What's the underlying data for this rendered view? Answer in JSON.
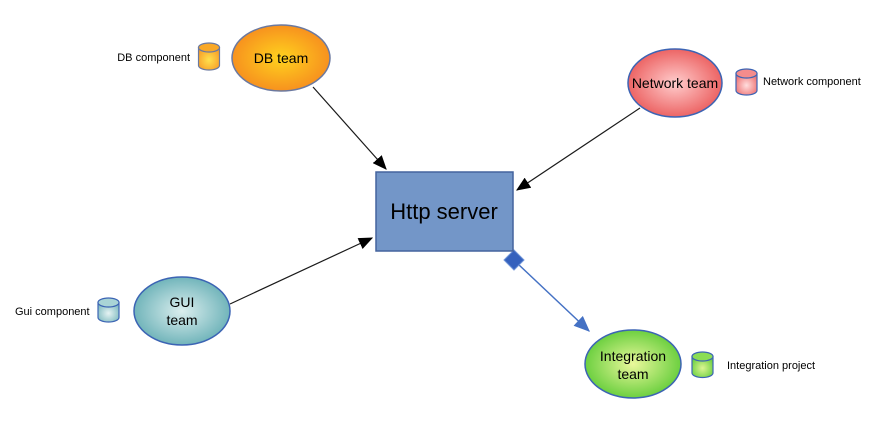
{
  "background_color": "#ffffff",
  "nodes": {
    "server": {
      "label": "Http server",
      "shape": "rectangle",
      "fill": "#7396c8",
      "border": "#44639e"
    },
    "db_team": {
      "label": "DB team",
      "shape": "ellipse",
      "fill_center": "#ffd21e",
      "fill_edge": "#f5821e",
      "border": "#6b79a0"
    },
    "network_team": {
      "label": "Network team",
      "shape": "ellipse",
      "fill_center": "#ffcdcd",
      "fill_edge": "#e84b4b",
      "border": "#3c64b4"
    },
    "gui_team": {
      "label_line1": "GUI",
      "label_line2": "team",
      "shape": "ellipse",
      "fill_center": "#dbeeee",
      "fill_edge": "#58a7ae",
      "border": "#3c64b4"
    },
    "integration_team": {
      "label_line1": "Integration",
      "label_line2": "team",
      "shape": "ellipse",
      "fill_center": "#eaf89b",
      "fill_edge": "#4ec62a",
      "border": "#3c64b4"
    }
  },
  "components": {
    "db": {
      "label": "DB component",
      "icon": "database-cylinder",
      "color": "#f68c1e"
    },
    "network": {
      "label": "Network component",
      "icon": "database-cylinder",
      "color": "#e84b4b"
    },
    "gui": {
      "label": "Gui component",
      "icon": "database-cylinder",
      "color": "#64acb2"
    },
    "integration": {
      "label": "Integration project",
      "icon": "database-cylinder",
      "color": "#4ec62a"
    }
  },
  "edges": [
    {
      "from": "DB team",
      "to": "Http server",
      "type": "arrow",
      "color": "#000000"
    },
    {
      "from": "Network team",
      "to": "Http server",
      "type": "arrow",
      "color": "#000000"
    },
    {
      "from": "GUI team",
      "to": "Http server",
      "type": "arrow",
      "color": "#000000"
    },
    {
      "from": "Http server",
      "to": "Integration team",
      "type": "diamond-arrow",
      "color": "#4471c4"
    }
  ]
}
